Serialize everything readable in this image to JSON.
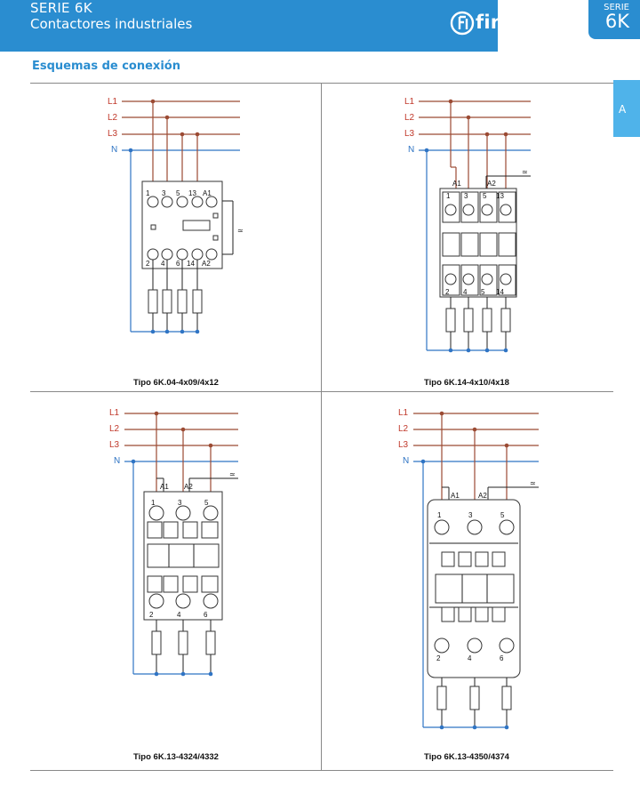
{
  "header": {
    "series_line": "SERIE 6K",
    "title": "Contactores industriales",
    "brand": "finder",
    "tab_series": "SERIE",
    "tab_code": "6K"
  },
  "side_tab": {
    "letter": "A"
  },
  "section": {
    "title": "Esquemas de conexión"
  },
  "colors": {
    "header_blue": "#2a8dd0",
    "phase_brown": "#9b4a33",
    "neutral_blue": "#2f74c4"
  },
  "diagrams": [
    {
      "caption": "Tipo 6K.04-4x09/4x12",
      "phases": [
        "L1",
        "L2",
        "L3"
      ],
      "neutral": "N",
      "top_terminals": [
        "1",
        "3",
        "5",
        "13",
        "A1"
      ],
      "bottom_terminals": [
        "2",
        "4",
        "6",
        "14",
        "A2"
      ]
    },
    {
      "caption": "Tipo 6K.14-4x10/4x18",
      "phases": [
        "L1",
        "L2",
        "L3"
      ],
      "neutral": "N",
      "coil_terminals": [
        "A1",
        "A2"
      ],
      "top_terminals": [
        "1",
        "3",
        "5",
        "13"
      ],
      "bottom_terminals": [
        "2",
        "4",
        "5",
        "14"
      ]
    },
    {
      "caption": "Tipo 6K.13-4324/4332",
      "phases": [
        "L1",
        "L2",
        "L3"
      ],
      "neutral": "N",
      "coil_terminals": [
        "A1",
        "A2"
      ],
      "top_terminals": [
        "1",
        "3",
        "5"
      ],
      "bottom_terminals": [
        "2",
        "4",
        "6"
      ]
    },
    {
      "caption": "Tipo 6K.13-4350/4374",
      "phases": [
        "L1",
        "L2",
        "L3"
      ],
      "neutral": "N",
      "coil_terminals": [
        "A1",
        "A2"
      ],
      "top_terminals": [
        "1",
        "3",
        "5"
      ],
      "bottom_terminals": [
        "2",
        "4",
        "6"
      ]
    }
  ]
}
